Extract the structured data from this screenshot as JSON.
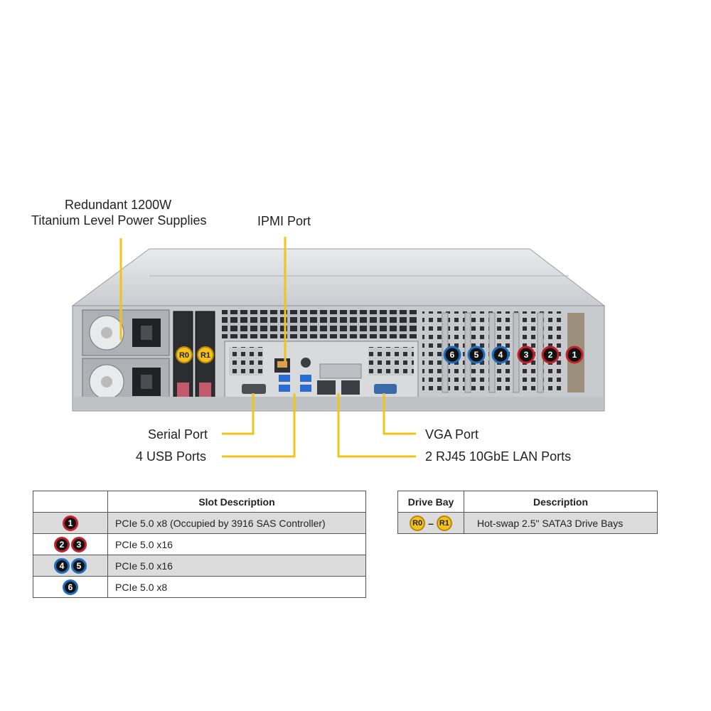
{
  "callouts": {
    "psu_line1": "Redundant 1200W",
    "psu_line2": "Titanium Level Power Supplies",
    "ipmi": "IPMI Port",
    "serial": "Serial Port",
    "usb": "4 USB Ports",
    "vga": "VGA Port",
    "lan": "2 RJ45 10GbE LAN Ports"
  },
  "server_badges": {
    "drive_bays": [
      "R0",
      "R1"
    ],
    "slots": [
      "6",
      "5",
      "4",
      "3",
      "2",
      "1"
    ]
  },
  "colors": {
    "callout_line": "#f2c318",
    "slot_red": "#c8202a",
    "slot_blue": "#1c6fc1",
    "drive_yellow": "#f3c21b",
    "row_shade": "#dcdcdc"
  },
  "slot_table": {
    "header_blank": "",
    "header": "Slot Description",
    "rows": [
      {
        "badges": [
          "1"
        ],
        "desc": "PCIe 5.0 x8 (Occupied by 3916 SAS Controller)"
      },
      {
        "badges": [
          "2",
          "3"
        ],
        "desc": "PCIe 5.0 x16"
      },
      {
        "badges": [
          "4",
          "5"
        ],
        "desc": "PCIe 5.0 x16"
      },
      {
        "badges": [
          "6"
        ],
        "desc": "PCIe 5.0 x8"
      }
    ]
  },
  "drive_table": {
    "header_bay": "Drive Bay",
    "header_desc": "Description",
    "row": {
      "badges": [
        "R0",
        "R1"
      ],
      "separator": "–",
      "desc": "Hot-swap 2.5\" SATA3 Drive Bays"
    }
  }
}
